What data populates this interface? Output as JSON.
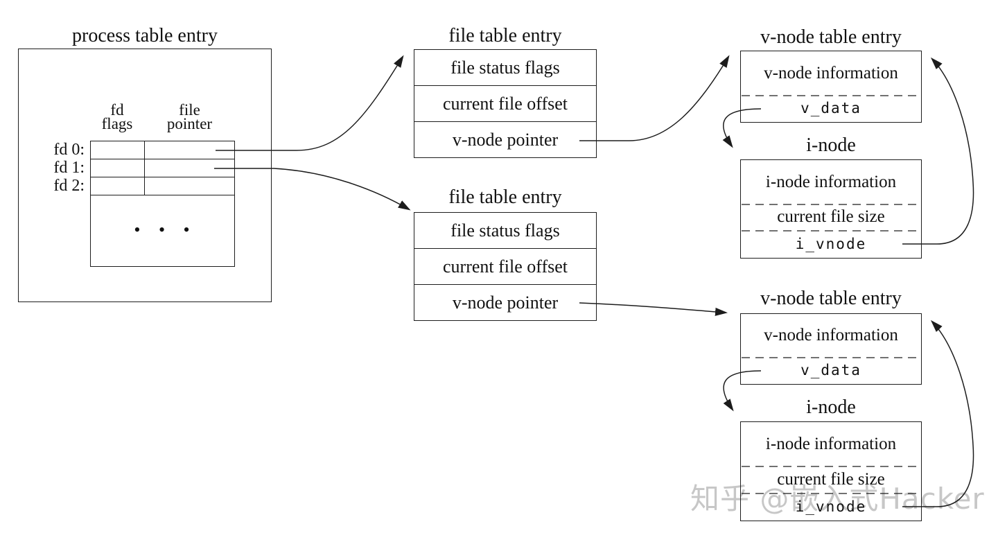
{
  "colors": {
    "background": "#ffffff",
    "line": "#1c1c1c",
    "text": "#111111",
    "watermark": "#c7c7c7"
  },
  "watermark": "知乎 @嵌入式Hacker",
  "diagram": {
    "process_table": {
      "title": "process table entry",
      "header": {
        "fd_line1": "fd",
        "fd_line2": "flags",
        "fp_line1": "file",
        "fp_line2": "pointer"
      },
      "fd_rows": [
        "fd 0:",
        "fd 1:",
        "fd 2:"
      ],
      "ellipsis": "• • •"
    },
    "file_table_1": {
      "title": "file table entry",
      "rows": [
        "file status flags",
        "current file offset",
        "v-node pointer"
      ]
    },
    "file_table_2": {
      "title": "file table entry",
      "rows": [
        "file status flags",
        "current file offset",
        "v-node pointer"
      ]
    },
    "vnode_table_1": {
      "title": "v-node table entry",
      "rows": [
        "v-node information",
        "v_data"
      ]
    },
    "inode_1": {
      "title": "i-node",
      "rows": [
        "i-node information",
        "current file size",
        "i_vnode"
      ]
    },
    "vnode_table_2": {
      "title": "v-node table entry",
      "rows": [
        "v-node information",
        "v_data"
      ]
    },
    "inode_2": {
      "title": "i-node",
      "rows": [
        "i-node information",
        "current file size",
        "i_vnode"
      ]
    }
  }
}
